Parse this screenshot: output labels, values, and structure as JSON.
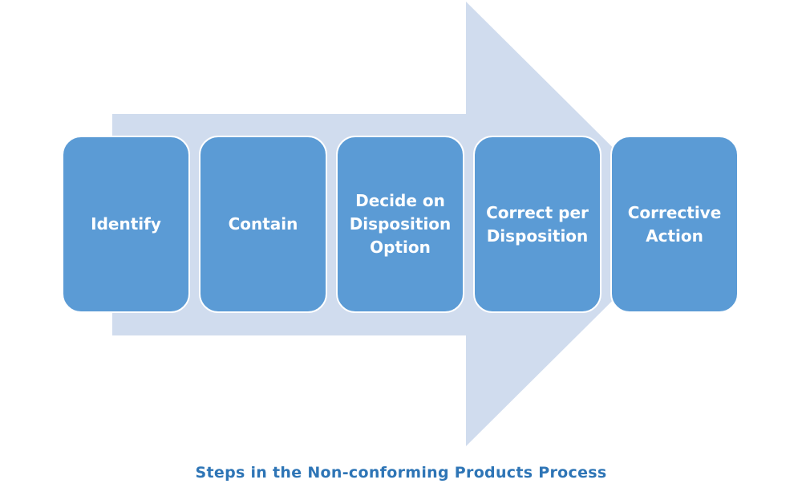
{
  "colors": {
    "arrow": "#d0dcee",
    "box_fill": "#5b9bd5",
    "box_border": "#ffffff",
    "box_text": "#ffffff",
    "caption": "#2e75b6"
  },
  "steps": [
    {
      "label": "Identify"
    },
    {
      "label": "Contain"
    },
    {
      "label": "Decide on Disposition Option"
    },
    {
      "label": "Correct per Disposition"
    },
    {
      "label": "Corrective Action"
    }
  ],
  "caption": "Steps in the Non-conforming Products Process"
}
